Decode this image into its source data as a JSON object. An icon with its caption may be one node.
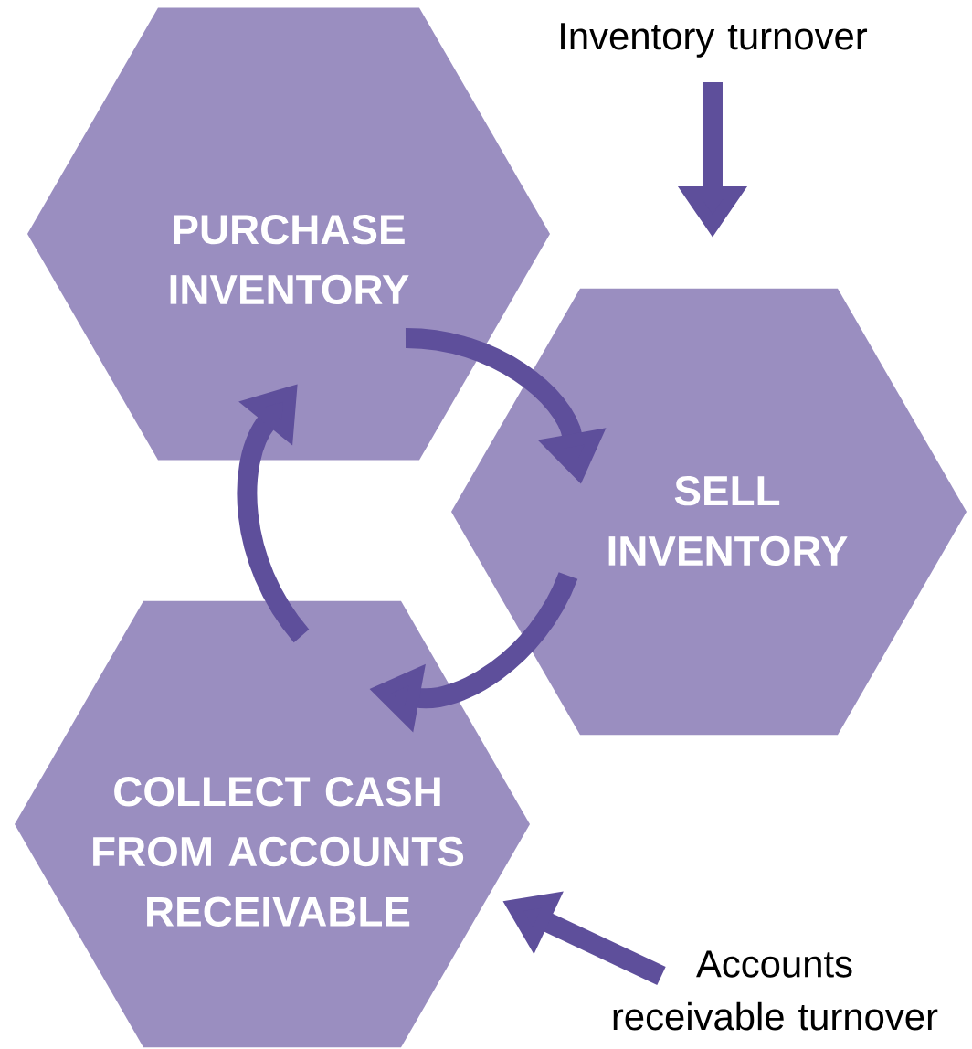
{
  "diagram": {
    "nodes": [
      {
        "text": [
          "PURCHASE INVENTORY"
        ]
      },
      {
        "text": [
          "SELL INVENTORY"
        ]
      },
      {
        "text": [
          "COLLECT CASH FROM ACCOUNTS RECEIVABLE"
        ]
      },
      {
        "text": [
          "Inventory turnover"
        ]
      },
      {
        "text": [
          "Accounts receivable turnover"
        ]
      }
    ],
    "edges": [
      {
        "from": 0,
        "to": 1,
        "arrow": "to"
      },
      {
        "from": 1,
        "to": 2,
        "arrow": "to"
      },
      {
        "from": 2,
        "to": 0,
        "arrow": "to"
      },
      {
        "from": 3,
        "to": 1,
        "arrow": "to"
      },
      {
        "from": 4,
        "to": 2,
        "arrow": "to"
      }
    ]
  }
}
